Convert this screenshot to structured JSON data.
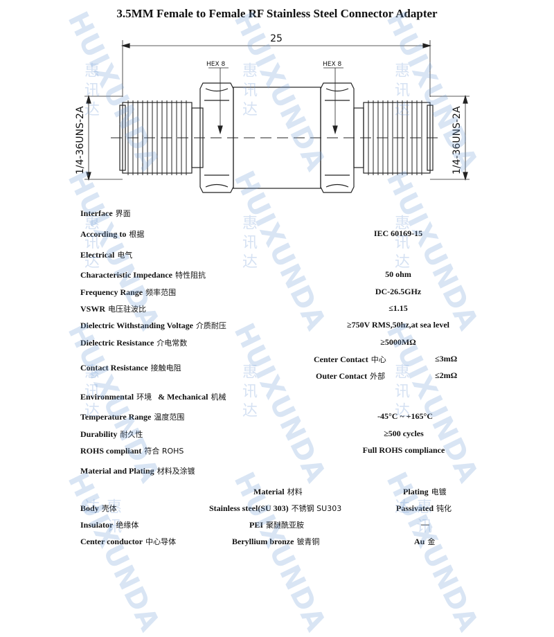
{
  "title": "3.5MM Female to Female RF Stainless Steel Connector Adapter",
  "drawing": {
    "length_label": "25",
    "hex_left": "HEX 8",
    "hex_right": "HEX 8",
    "thread_left": "1/4-36UNS-2A",
    "thread_right": "1/4-36UNS-2A"
  },
  "watermark": {
    "text": "HUIXUNDA",
    "cn": "惠讯达"
  },
  "specs": {
    "interface": {
      "en": "Interface",
      "cn": "界面"
    },
    "according_to": {
      "en": "According to",
      "cn": "根据",
      "value": "IEC 60169-15"
    },
    "electrical": {
      "en": "Electrical",
      "cn": "电气"
    },
    "impedance": {
      "en": "Characteristic Impedance",
      "cn": "特性阻抗",
      "value": "50 ohm"
    },
    "frequency": {
      "en": "Frequency Range",
      "cn": "频率范围",
      "value": "DC-26.5GHz"
    },
    "vswr": {
      "en": "VSWR",
      "cn": "电压驻波比",
      "value": "≤1.15"
    },
    "dwv": {
      "en": "Dielectric Withstanding Voltage",
      "cn": "介质耐压",
      "value": "≥750V RMS,50hz,at sea level"
    },
    "dielectric_resistance": {
      "en": "Dielectric Resistance",
      "cn": "介电常数",
      "value": "≥5000MΩ"
    },
    "contact_resistance": {
      "en": "Contact Resistance",
      "cn": "接触电阻",
      "center_label": "Center Contact",
      "center_cn": "中心",
      "center_value": "≤3mΩ",
      "outer_label": "Outer Contact",
      "outer_cn": "外部",
      "outer_value": "≤2mΩ"
    },
    "environmental": {
      "en": "Environmental",
      "cn1": "环境",
      "amp": "& Mechanical",
      "cn2": "机械"
    },
    "temperature": {
      "en": "Temperature Range",
      "cn": "温度范围",
      "value": "-45°C ~ +165°C"
    },
    "durability": {
      "en": "Durability",
      "cn": "耐久性",
      "value": "≥500 cycles"
    },
    "rohs": {
      "en": "ROHS compliant",
      "cn": "符合 ROHS",
      "value": "Full ROHS compliance"
    },
    "material_plating": {
      "en": "Material and Plating",
      "cn": "材料及涂镀"
    },
    "material_header": {
      "en": "Material",
      "cn": "材料"
    },
    "plating_header": {
      "en": "Plating",
      "cn": "电镀"
    },
    "body": {
      "en": "Body",
      "cn": "壳体",
      "material": "Stainless steel(SU 303)",
      "material_cn": "不锈钢 SU303",
      "plating": "Passivated",
      "plating_cn": "钝化"
    },
    "insulator": {
      "en": "Insulator",
      "cn": "绝缘体",
      "material": "PEI",
      "material_cn": "聚醚酰亚胺",
      "plating": "—"
    },
    "center_conductor": {
      "en": "Center conductor",
      "cn": "中心导体",
      "material": "Beryllium bronze",
      "material_cn": "铍青铜",
      "plating": "Au",
      "plating_cn": "金"
    }
  }
}
